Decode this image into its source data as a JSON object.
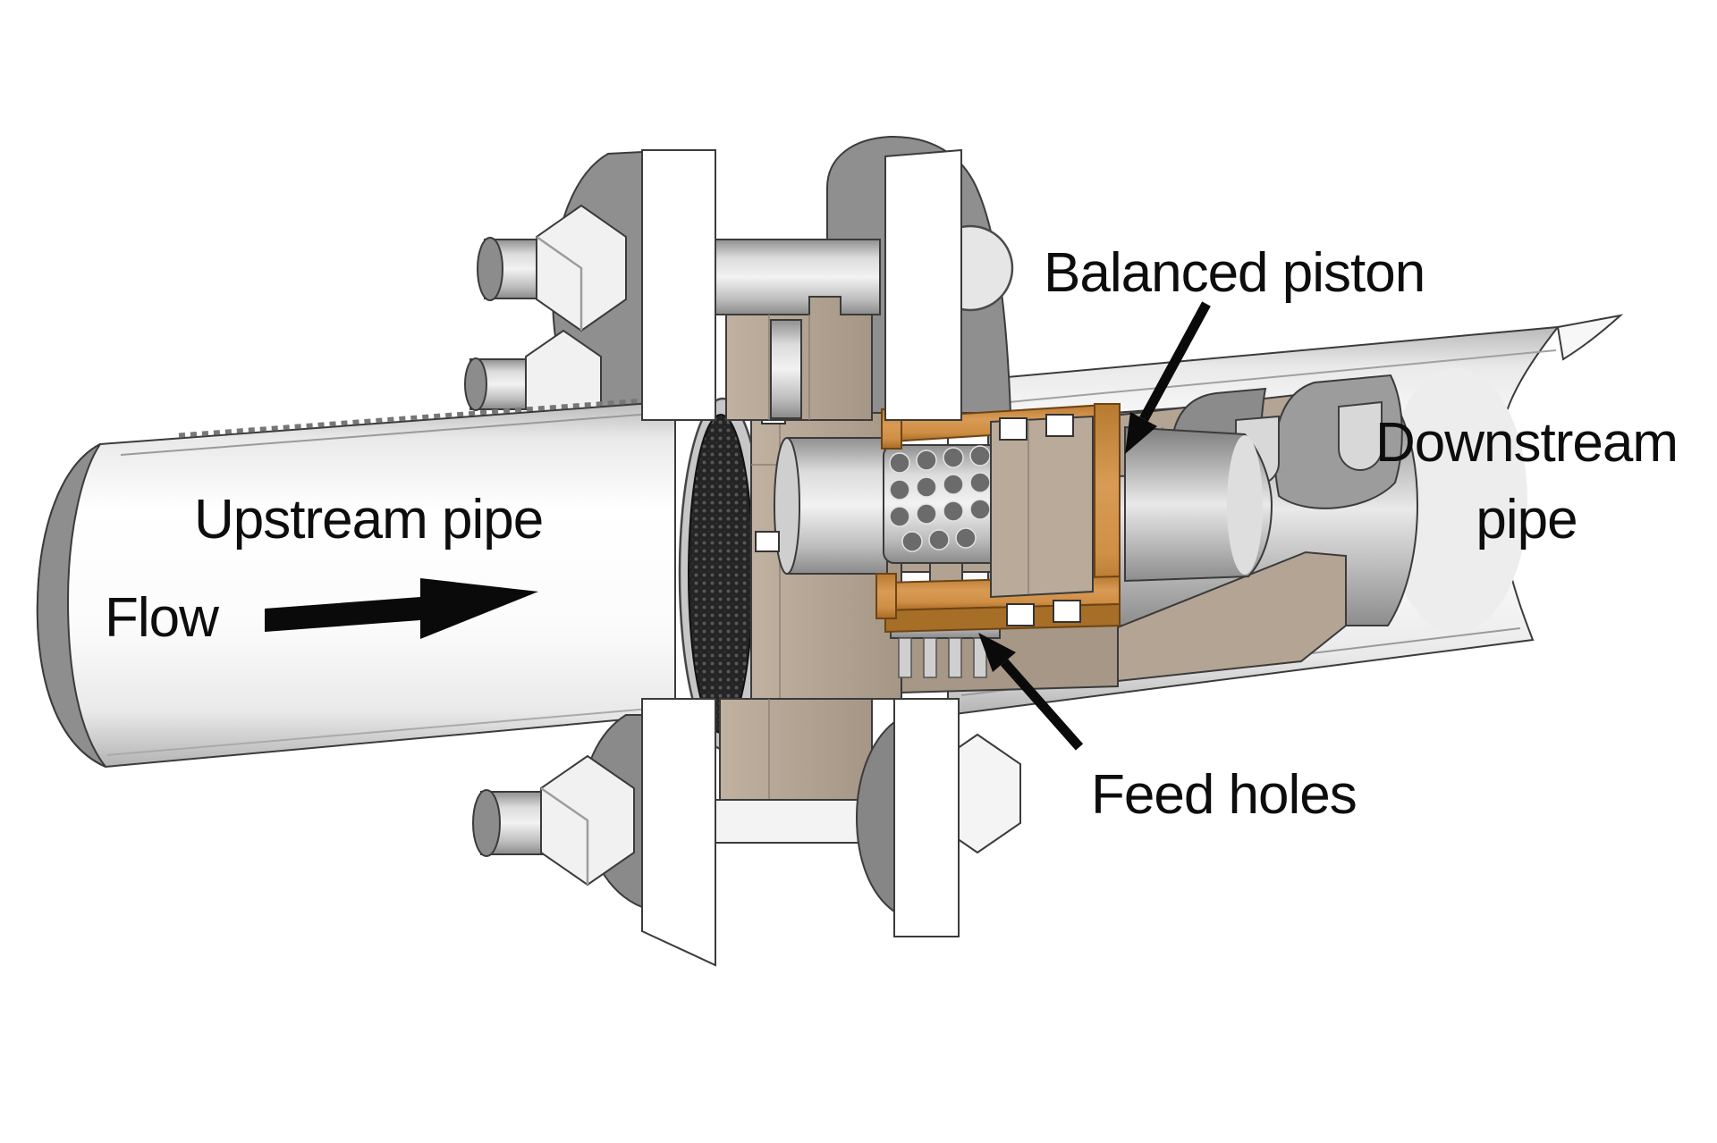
{
  "figure": {
    "kind": "cutaway-technical-illustration",
    "subject": "Flanged pipe joint cutaway showing an axial valve with balanced piston",
    "background_color": "#ffffff"
  },
  "labels": {
    "balanced_piston": "Balanced piston",
    "downstream_line1": "Downstream",
    "downstream_line2": "pipe",
    "upstream_pipe": "Upstream pipe",
    "flow": "Flow",
    "feed_holes": "Feed holes"
  },
  "colors": {
    "outline": "#3b3b3b",
    "pipe_white": "#f7f7f7",
    "flange_gray": "#8f8f8f",
    "valve_body_tan": "#b3a494",
    "piston_copper": "#c8893f",
    "metal_gray": "#bfbfbf",
    "mesh_dark": "#262626",
    "label_text": "#0d0d0d",
    "arrow_black": "#0a0a0a"
  }
}
